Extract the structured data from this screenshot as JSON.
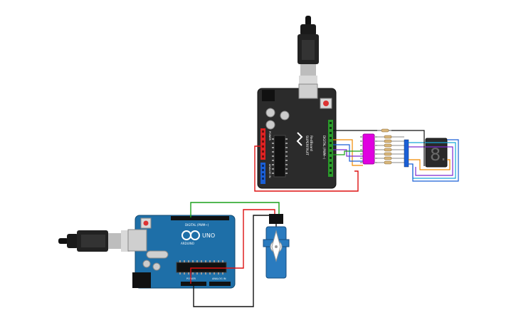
{
  "top_board": {
    "brand_line1": "SUPERFRUIT",
    "brand_line2": "RedBoard",
    "digital_label": "DIGITAL (PWM~)",
    "analog_label": "ANALOG IN",
    "power_label": "POWER"
  },
  "bottom_board": {
    "logo_text": "ARDUINO",
    "model_text": "UNO",
    "digital_label": "DIGITAL (PWM~)",
    "analog_label": "ANALOG IN",
    "power_label": "POWER"
  },
  "seven_segment": {
    "digit": "8."
  },
  "colors": {
    "board_top": "#2b2b2b",
    "board_bottom": "#1e6fa8",
    "ic": "#e000e0",
    "servo": "#2a7bbf",
    "wire_red": "#d11",
    "wire_black": "#111",
    "wire_green": "#1aa01a",
    "wire_orange": "#f08a00",
    "wire_blue": "#1a5fd6",
    "wire_purple": "#7a2bd0",
    "wire_cyan": "#18a8d8"
  }
}
